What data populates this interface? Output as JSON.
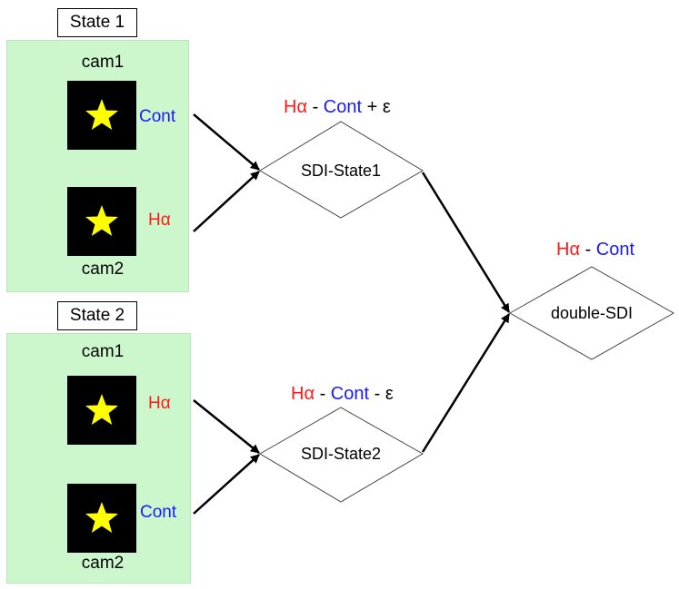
{
  "colors": {
    "panel": "#ccf6cc",
    "halpha": "#ff1a1a",
    "cont": "#1a1aff",
    "star": "#ffff00"
  },
  "state1": {
    "label": "State 1",
    "top_cam": "cam1",
    "top_channel": "Cont",
    "bottom_channel": "Hα",
    "bottom_cam": "cam2"
  },
  "state2": {
    "label": "State 2",
    "top_cam": "cam1",
    "top_channel": "Hα",
    "bottom_channel": "Cont",
    "bottom_cam": "cam2"
  },
  "sdi1": {
    "name": "SDI-State1",
    "formula": {
      "term1": "Hα",
      "op1": " - ",
      "term2": "Cont",
      "op2": " + ε"
    }
  },
  "sdi2": {
    "name": "SDI-State2",
    "formula": {
      "term1": "Hα",
      "op1": " - ",
      "term2": "Cont",
      "op2": " - ε"
    }
  },
  "double": {
    "name": "double-SDI",
    "formula": {
      "term1": "Hα",
      "op1": " - ",
      "term2": "Cont"
    }
  }
}
